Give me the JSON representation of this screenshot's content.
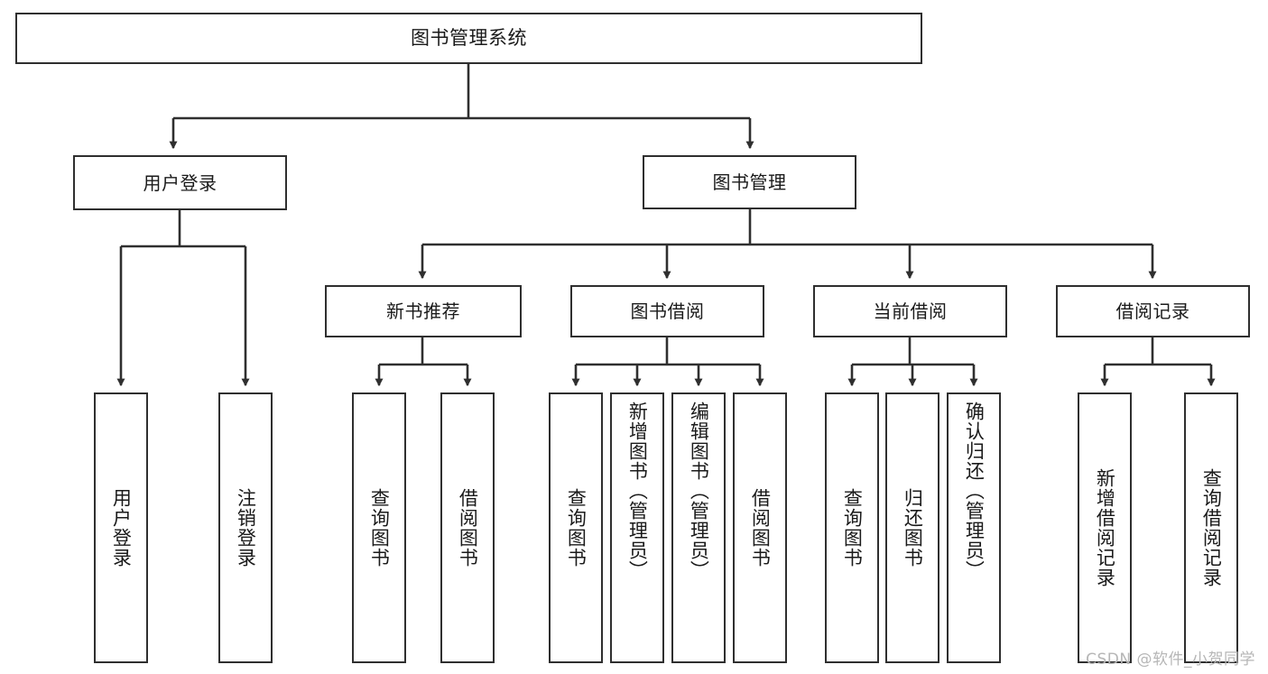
{
  "diagram": {
    "title": "图书管理系统",
    "type": "tree-hierarchy",
    "watermark": "CSDN @软件_小贺同学",
    "colors": {
      "stroke": "#2f2f2f",
      "fill": "#ffffff",
      "text": "#1a1a1a",
      "watermark": "#b6b6b6"
    },
    "nodes": {
      "root": {
        "label": "图书管理系统"
      },
      "level2": [
        {
          "id": "user-login",
          "label": "用户登录"
        },
        {
          "id": "book-manage",
          "label": "图书管理"
        }
      ],
      "level3": [
        {
          "id": "new-book-recommend",
          "label": "新书推荐"
        },
        {
          "id": "book-borrow",
          "label": "图书借阅"
        },
        {
          "id": "current-borrow",
          "label": "当前借阅"
        },
        {
          "id": "borrow-record",
          "label": "借阅记录"
        }
      ],
      "leaves": {
        "user-login": [
          {
            "id": "leaf-user-login",
            "label": "用户登录"
          },
          {
            "id": "leaf-logout",
            "label": "注销登录"
          }
        ],
        "new-book-recommend": [
          {
            "id": "leaf-query-book-1",
            "label": "查询图书"
          },
          {
            "id": "leaf-borrow-book-1",
            "label": "借阅图书"
          }
        ],
        "book-borrow": [
          {
            "id": "leaf-query-book-2",
            "label": "查询图书"
          },
          {
            "id": "leaf-add-book",
            "label": "新增图书（管理员）"
          },
          {
            "id": "leaf-edit-book",
            "label": "编辑图书（管理员）"
          },
          {
            "id": "leaf-borrow-book-2",
            "label": "借阅图书"
          }
        ],
        "current-borrow": [
          {
            "id": "leaf-query-book-3",
            "label": "查询图书"
          },
          {
            "id": "leaf-return-book",
            "label": "归还图书"
          },
          {
            "id": "leaf-confirm-return",
            "label": "确认归还（管理员）"
          }
        ],
        "borrow-record": [
          {
            "id": "leaf-add-record",
            "label": "新增借阅记录"
          },
          {
            "id": "leaf-query-record",
            "label": "查询借阅记录"
          }
        ]
      }
    }
  }
}
